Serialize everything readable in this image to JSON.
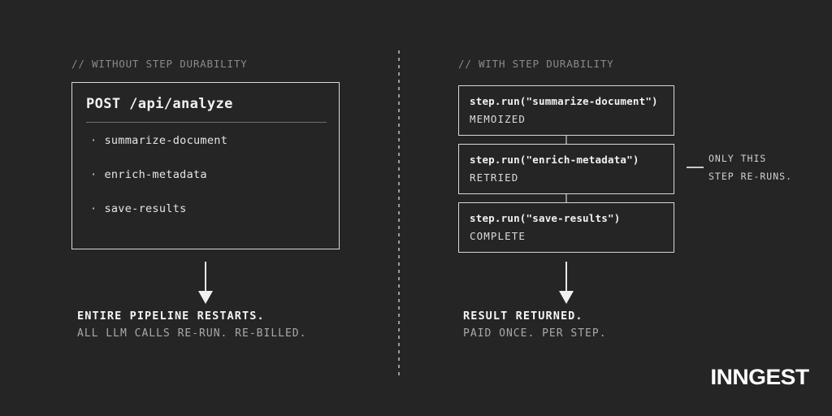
{
  "background_color": "#252525",
  "left": {
    "comment": "// WITHOUT STEP DURABILITY",
    "endpoint": "POST /api/analyze",
    "bullet_glyph": "·",
    "steps": [
      {
        "label": "summarize-document"
      },
      {
        "label": "enrich-metadata"
      },
      {
        "label": "save-results"
      }
    ],
    "outcome_primary": "ENTIRE PIPELINE RESTARTS.",
    "outcome_secondary": "ALL LLM CALLS RE-RUN. RE-BILLED."
  },
  "right": {
    "comment": "// WITH STEP DURABILITY",
    "steps": [
      {
        "call": "step.run(\"summarize-document\")",
        "status": "MEMOIZED"
      },
      {
        "call": "step.run(\"enrich-metadata\")",
        "status": "RETRIED"
      },
      {
        "call": "step.run(\"save-results\")",
        "status": "COMPLETE"
      }
    ],
    "annotation": [
      "ONLY THIS",
      "STEP RE-RUNS."
    ],
    "outcome_primary": "RESULT RETURNED.",
    "outcome_secondary": "PAID ONCE. PER STEP."
  },
  "logo": {
    "text": "INNGEST"
  }
}
